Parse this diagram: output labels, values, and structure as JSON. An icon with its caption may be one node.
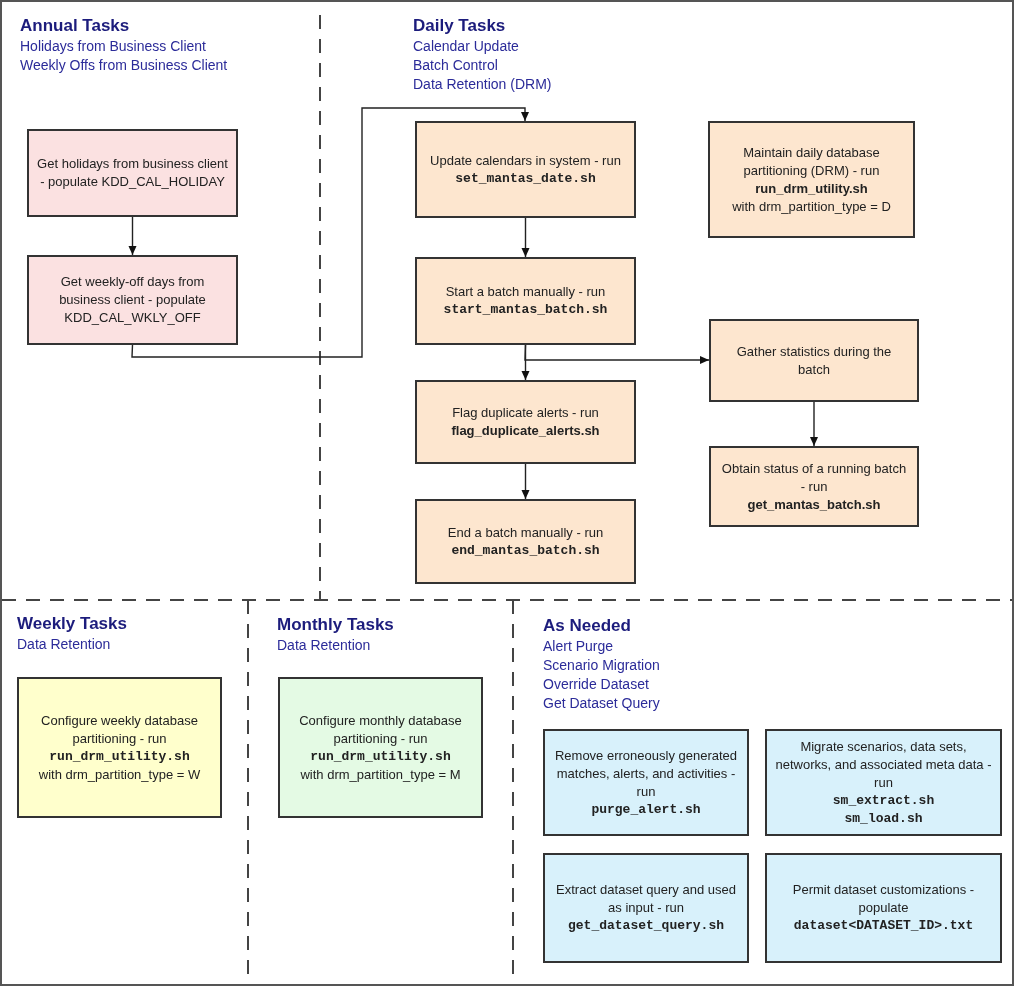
{
  "diagram": {
    "nodes": [
      {
        "text": [
          "Get holidays from business client - populate KDD_CAL_HOLIDAY"
        ]
      },
      {
        "text": [
          "Get weekly-off days from business client - populate KDD_CAL_WKLY_OFF"
        ]
      },
      {
        "text": [
          "Update calendars in system - run",
          "set_mantas_date.sh"
        ]
      },
      {
        "text": [
          "Maintain daily database partitioning (DRM) - run",
          "run_drm_utility.sh",
          "with drm_partition_type = D"
        ]
      },
      {
        "text": [
          "Start a batch manually - run",
          "start_mantas_batch.sh"
        ]
      },
      {
        "text": [
          "Gather statistics during the batch"
        ]
      },
      {
        "text": [
          "Flag duplicate alerts - run",
          "flag_duplicate_alerts.sh"
        ]
      },
      {
        "text": [
          "Obtain status of a running batch -  run",
          "get_mantas_batch.sh"
        ]
      },
      {
        "text": [
          "End a batch manually - run",
          "end_mantas_batch.sh"
        ]
      },
      {
        "text": [
          "Configure weekly database partitioning - run",
          "run_drm_utility.sh",
          "with drm_partition_type = W"
        ]
      },
      {
        "text": [
          "Configure monthly database partitioning - run",
          "run_drm_utility.sh",
          "with drm_partition_type = M"
        ]
      },
      {
        "text": [
          "Remove erroneously generated matches, alerts, and activities - run",
          "purge_alert.sh"
        ]
      },
      {
        "text": [
          "Migrate scenarios, data sets, networks, and associated meta data - run",
          "sm_extract.sh",
          "sm_load.sh"
        ]
      },
      {
        "text": [
          "Extract dataset query and used as input - run",
          "get_dataset_query.sh"
        ]
      },
      {
        "text": [
          "Permit dataset customizations - populate",
          "dataset<DATASET_ID>.txt"
        ]
      }
    ],
    "edges": [
      {
        "from": 0,
        "to": 1,
        "arrow": "to"
      },
      {
        "from": 1,
        "to": 2,
        "arrow": "to"
      },
      {
        "from": 2,
        "to": 4,
        "arrow": "to"
      },
      {
        "from": 4,
        "to": 6,
        "arrow": "to"
      },
      {
        "from": 4,
        "to": 5,
        "arrow": "to"
      },
      {
        "from": 5,
        "to": 7,
        "arrow": "to"
      },
      {
        "from": 6,
        "to": 8,
        "arrow": "to"
      }
    ],
    "labels": [
      "Annual Tasks",
      "Holidays from Business Client",
      "Weekly Offs from Business Client",
      "Daily Tasks",
      "Calendar Update",
      "Batch Control",
      "Data Retention (DRM)",
      "Weekly Tasks",
      "Data Retention",
      "Monthly Tasks",
      "Data Retention",
      "As Needed",
      "Alert Purge",
      "Scenario Migration",
      "Override Dataset",
      "Get Dataset Query"
    ]
  }
}
